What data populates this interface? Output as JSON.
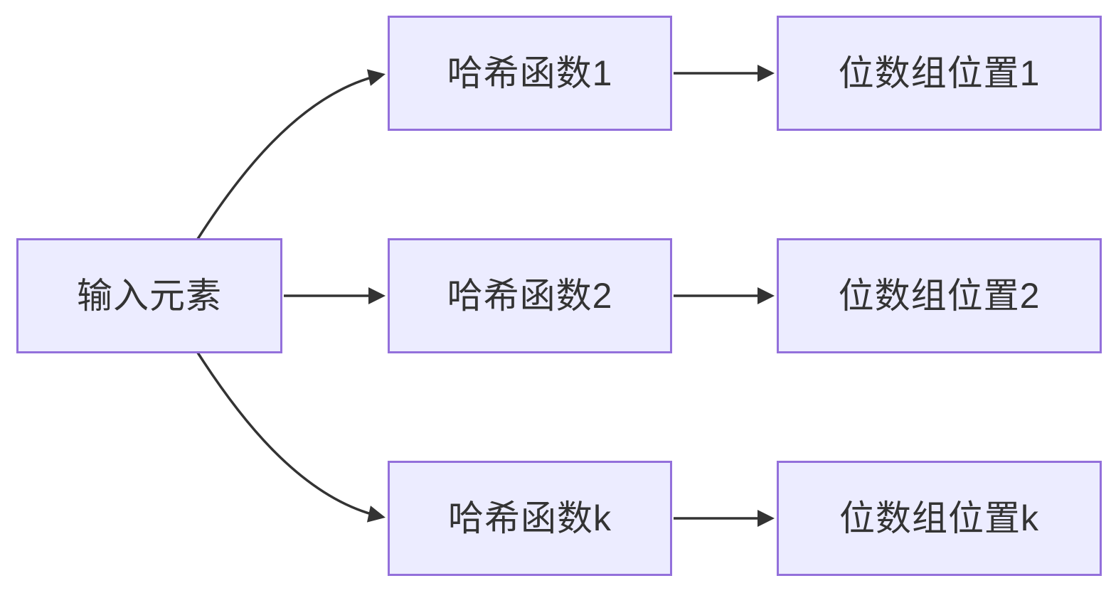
{
  "diagram": {
    "type": "flowchart",
    "direction": "left-to-right",
    "theme": {
      "background": "#FFFFFF",
      "node_fill": "#ECECFF",
      "node_border": "#9370DB",
      "edge_color": "#333333",
      "text_color": "#333333"
    },
    "nodes": [
      {
        "id": "input",
        "label": "输入元素"
      },
      {
        "id": "hash1",
        "label": "哈希函数1"
      },
      {
        "id": "hash2",
        "label": "哈希函数2"
      },
      {
        "id": "hashk",
        "label": "哈希函数k"
      },
      {
        "id": "bit1",
        "label": "位数组位置1"
      },
      {
        "id": "bit2",
        "label": "位数组位置2"
      },
      {
        "id": "bitk",
        "label": "位数组位置k"
      }
    ],
    "edges": [
      {
        "from": "输入元素",
        "to": "哈希函数1"
      },
      {
        "from": "输入元素",
        "to": "哈希函数2"
      },
      {
        "from": "输入元素",
        "to": "哈希函数k"
      },
      {
        "from": "哈希函数1",
        "to": "位数组位置1"
      },
      {
        "from": "哈希函数2",
        "to": "位数组位置2"
      },
      {
        "from": "哈希函数k",
        "to": "位数组位置k"
      }
    ]
  }
}
